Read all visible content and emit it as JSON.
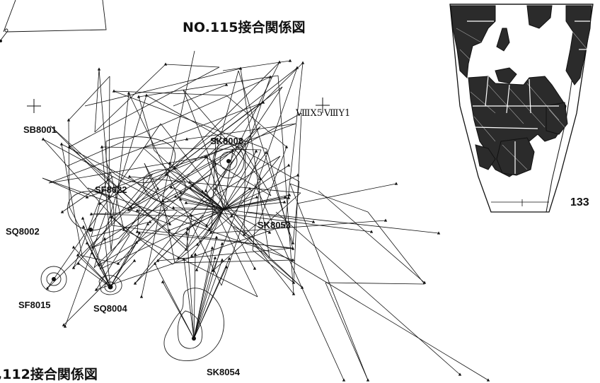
{
  "title_main": "NO.115接合関係図",
  "title_bottom": ",112接合関係図",
  "figure_number": "133",
  "grid_labels": {
    "x": "ⅧX5",
    "y": "ⅧY1"
  },
  "features": [
    {
      "id": "sb8001",
      "label": "SB8001"
    },
    {
      "id": "sk8008",
      "label": "SK8008"
    },
    {
      "id": "sf8022",
      "label": "SF8022"
    },
    {
      "id": "sk8053",
      "label": "SK8053"
    },
    {
      "id": "sq8002",
      "label": "SQ8002"
    },
    {
      "id": "sf8015",
      "label": "SF8015"
    },
    {
      "id": "sq8004",
      "label": "SQ8004"
    },
    {
      "id": "sk8054",
      "label": "SK8054"
    }
  ]
}
